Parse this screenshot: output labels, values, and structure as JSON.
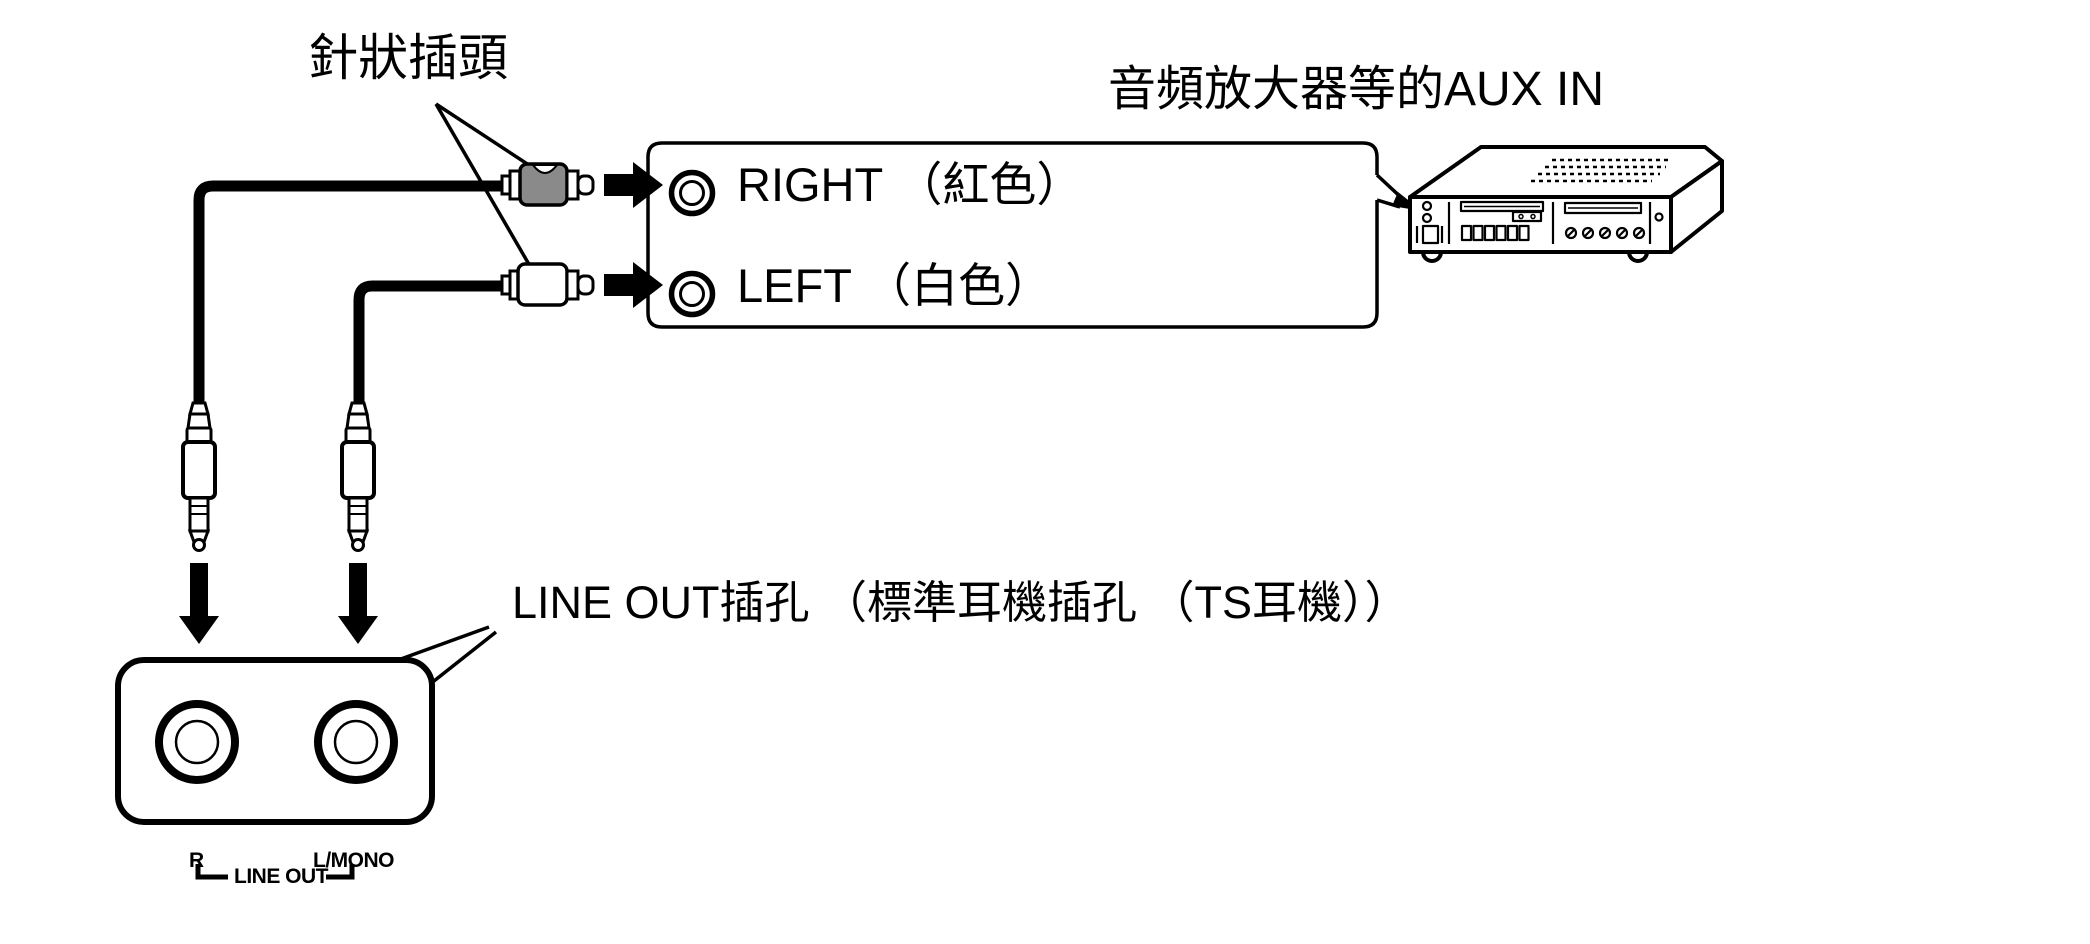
{
  "page": {
    "background": "#ffffff",
    "line_color": "#000000",
    "red_plug_fill": "#8a8a8a",
    "white_plug_fill": "#ffffff"
  },
  "labels": {
    "pin_plug": "針狀插頭",
    "aux_in_device": "音頻放大器等的AUX IN",
    "right_jack": "RIGHT （紅色）",
    "left_jack": "LEFT （白色）",
    "line_out_jacks": "LINE OUT插孔 （標準耳機插孔 （TS耳機））",
    "panel_r": "R",
    "panel_l_mono": "L/MONO",
    "panel_group": "LINE OUT"
  }
}
